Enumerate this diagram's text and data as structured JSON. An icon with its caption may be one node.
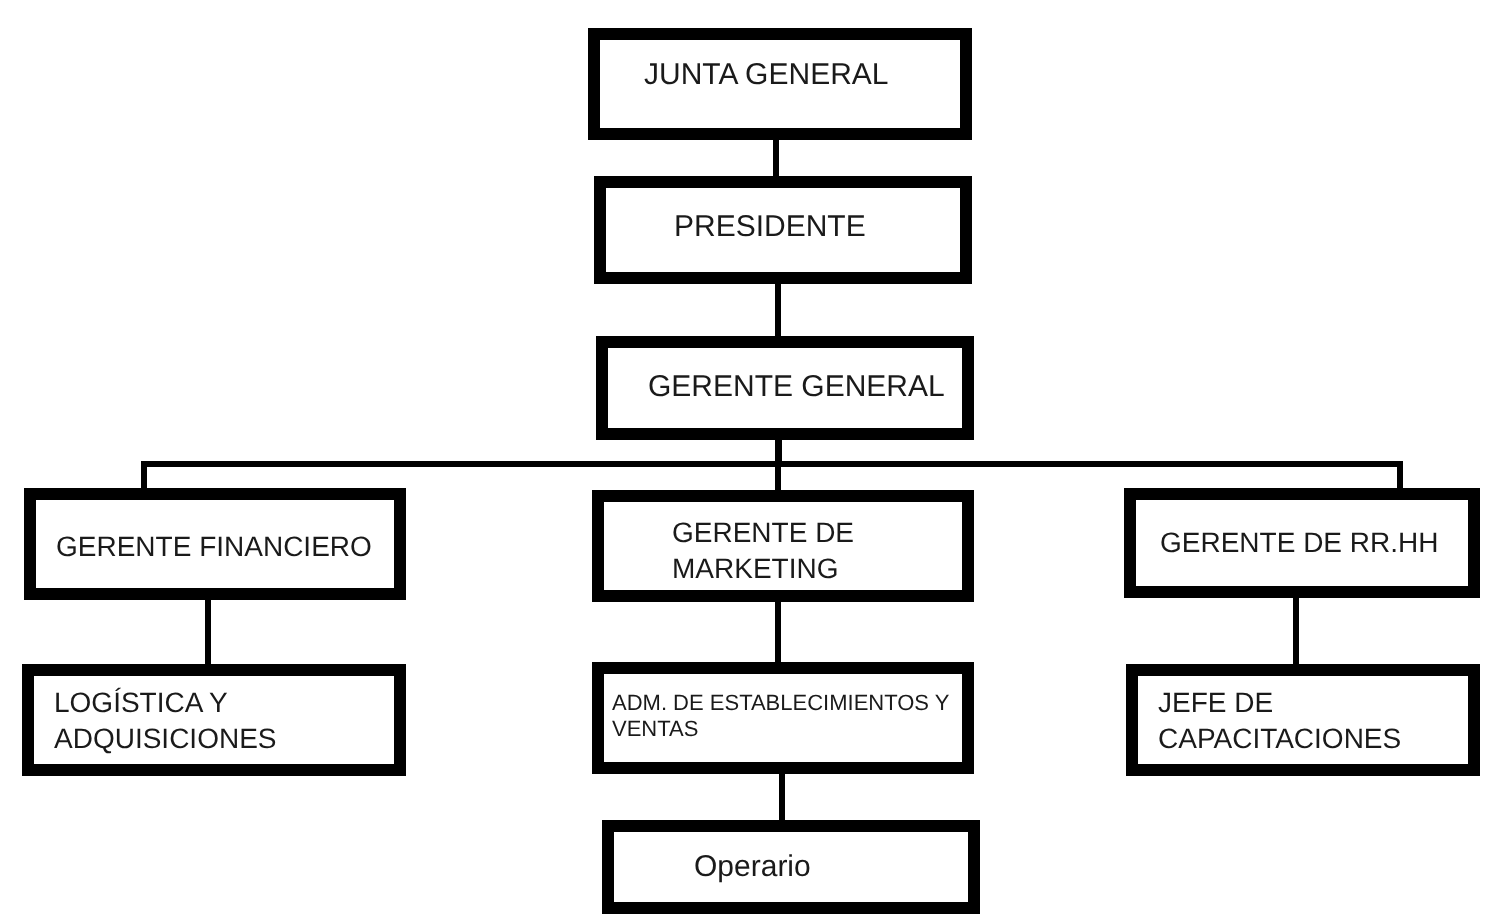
{
  "diagram": {
    "nodes": [
      {
        "text": [
          "JUNTA GENERAL"
        ]
      },
      {
        "text": [
          "PRESIDENTE"
        ]
      },
      {
        "text": [
          "GERENTE GENERAL"
        ]
      },
      {
        "text": [
          "GERENTE FINANCIERO"
        ]
      },
      {
        "text": [
          "GERENTE DE MARKETING"
        ]
      },
      {
        "text": [
          "GERENTE DE RR.HH"
        ]
      },
      {
        "text": [
          "LOGÍSTICA Y ADQUISICIONES"
        ]
      },
      {
        "text": [
          "ADM.  DE ESTABLECIMIENTOS Y VENTAS"
        ]
      },
      {
        "text": [
          "JEFE DE CAPACITACIONES"
        ]
      },
      {
        "text": [
          "Operario"
        ]
      }
    ],
    "edges": [
      {
        "from": 0,
        "to": 1,
        "arrow": "none"
      },
      {
        "from": 1,
        "to": 2,
        "arrow": "none"
      },
      {
        "from": 2,
        "to": 3,
        "arrow": "none"
      },
      {
        "from": 2,
        "to": 4,
        "arrow": "none"
      },
      {
        "from": 2,
        "to": 5,
        "arrow": "none"
      },
      {
        "from": 3,
        "to": 6,
        "arrow": "none"
      },
      {
        "from": 4,
        "to": 7,
        "arrow": "none"
      },
      {
        "from": 7,
        "to": 9,
        "arrow": "none"
      },
      {
        "from": 5,
        "to": 8,
        "arrow": "none"
      }
    ]
  }
}
